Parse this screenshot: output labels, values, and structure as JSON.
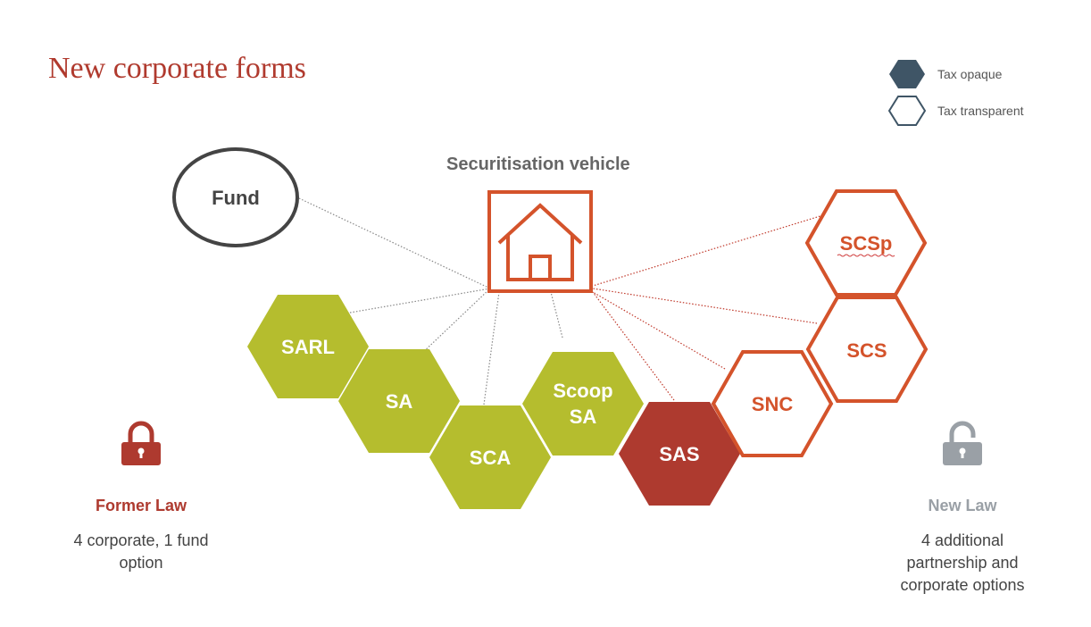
{
  "title": "New corporate forms",
  "legend": {
    "opaque_label": "Tax opaque",
    "transparent_label": "Tax transparent"
  },
  "vehicle": {
    "label": "Securitisation vehicle",
    "icon": "house-icon"
  },
  "fund_label": "Fund",
  "hexagons": [
    {
      "id": "sarl",
      "lines": [
        "SARL"
      ]
    },
    {
      "id": "sa",
      "lines": [
        "SA"
      ]
    },
    {
      "id": "sca",
      "lines": [
        "SCA"
      ]
    },
    {
      "id": "scoop",
      "lines": [
        "Scoop",
        "SA"
      ]
    },
    {
      "id": "sas",
      "lines": [
        "SAS"
      ]
    },
    {
      "id": "snc",
      "lines": [
        "SNC"
      ]
    },
    {
      "id": "scs",
      "lines": [
        "SCS"
      ]
    },
    {
      "id": "scsp",
      "lines": [
        "SCSp"
      ]
    }
  ],
  "former_law": {
    "title": "Former Law",
    "desc_line1": "4 corporate, 1 fund",
    "desc_line2": "option",
    "icon": "lock-closed-icon"
  },
  "new_law": {
    "title": "New Law",
    "desc_line1": "4 additional",
    "desc_line2": "partnership and",
    "desc_line3": "corporate options",
    "icon": "lock-open-icon"
  },
  "colors": {
    "title": "#b03a2e",
    "green": "#b5bd2e",
    "dark_red": "#ae3a2f",
    "orange": "#d4532b",
    "slate": "#3f5566",
    "gray_text": "#9aa0a6"
  }
}
